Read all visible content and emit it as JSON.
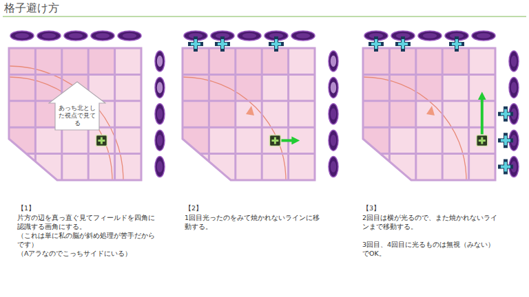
{
  "diagram": {
    "title": "格子避け方",
    "nodes": [
      {
        "text": [
          "あっち北とした視点で見てる"
        ]
      }
    ],
    "labels": [
      "【1】",
      "片方の辺を真っ直ぐ見てフィールドを四角に認識する画角にする。",
      "（これは単に私の脳が斜め処理が苦手だからです）",
      "（Aアラなのでこっちサイドにいる）",
      "【2】",
      "1回目光ったのをみて焼かれないラインに移動する。",
      "【3】",
      "2回目は横が光るので、また焼かれないラインまで移動する。",
      "3回目、4回目に光るものは無視（みない）でOK。"
    ]
  }
}
